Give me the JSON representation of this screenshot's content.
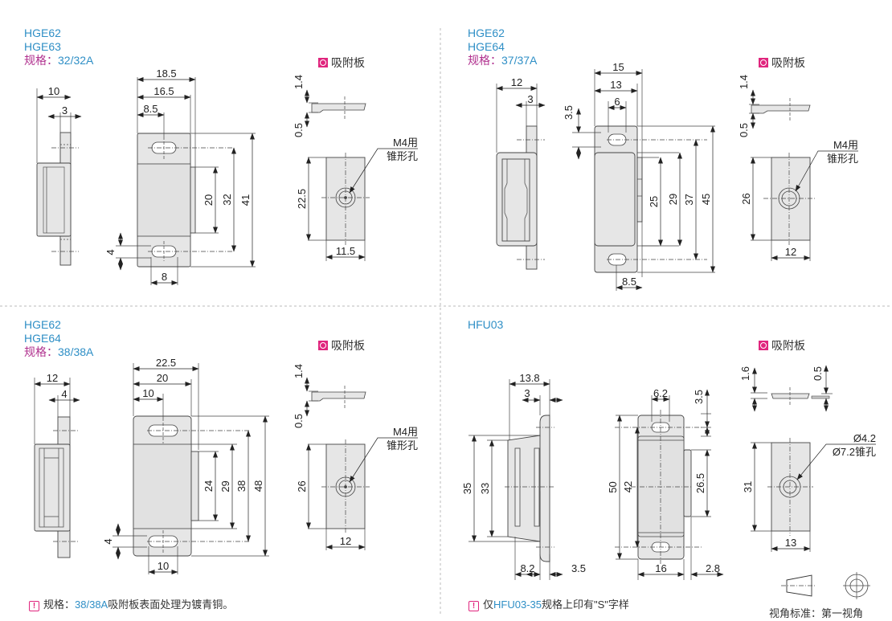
{
  "panels": [
    {
      "models": [
        "HGE62",
        "HGE63"
      ],
      "spec_label": "规格：",
      "spec_value": "32/32A",
      "side_dims": [
        "10",
        "3"
      ],
      "front_dims": [
        "18.5",
        "16.5",
        "8.5",
        "20",
        "32",
        "41",
        "4",
        "8"
      ],
      "plate_title": "吸附板",
      "plate_dims": [
        "1.4",
        "0.5",
        "22.5",
        "11.5"
      ],
      "plate_callout": [
        "M4用",
        "锥形孔"
      ]
    },
    {
      "models": [
        "HGE62",
        "HGE64"
      ],
      "spec_label": "规格：",
      "spec_value": "37/37A",
      "side_dims": [
        "12",
        "3"
      ],
      "front_dims": [
        "15",
        "13",
        "6",
        "3.5",
        "25",
        "29",
        "37",
        "45",
        "8.5"
      ],
      "plate_title": "吸附板",
      "plate_dims": [
        "1.4",
        "0.5",
        "26",
        "12"
      ],
      "plate_callout": [
        "M4用",
        "锥形孔"
      ]
    },
    {
      "models": [
        "HGE62",
        "HGE64"
      ],
      "spec_label": "规格：",
      "spec_value": "38/38A",
      "side_dims": [
        "12",
        "4"
      ],
      "front_dims": [
        "22.5",
        "20",
        "10",
        "24",
        "29",
        "38",
        "48",
        "4",
        "10"
      ],
      "plate_title": "吸附板",
      "plate_dims": [
        "1.4",
        "0.5",
        "26",
        "12"
      ],
      "plate_callout": [
        "M4用",
        "锥形孔"
      ]
    },
    {
      "models": [
        "HFU03"
      ],
      "side_dims": [
        "13.8",
        "3",
        "35",
        "33",
        "8.2",
        "3.5"
      ],
      "front_dims": [
        "6.2",
        "3.5",
        "50",
        "42",
        "26.5",
        "16",
        "2.8"
      ],
      "plate_title": "吸附板",
      "plate_dims": [
        "1.6",
        "0.5",
        "31",
        "13"
      ],
      "plate_callout": [
        "Ø4.2",
        "Ø7.2锥孔"
      ]
    }
  ],
  "notes": {
    "left": {
      "prefix": "规格：",
      "highlight": "38/38A",
      "suffix": "吸附板表面处理为镀青铜。"
    },
    "right": {
      "prefix": "仅",
      "highlight": "HFU03-35",
      "suffix": "规格上印有\"S\"字样"
    }
  },
  "projection": {
    "label": "视角标准：第一视角"
  },
  "colors": {
    "model": "#2f8fc6",
    "spec_key": "#b0308e",
    "accent": "#e0267e",
    "part_fill": "#e6e6e6"
  }
}
